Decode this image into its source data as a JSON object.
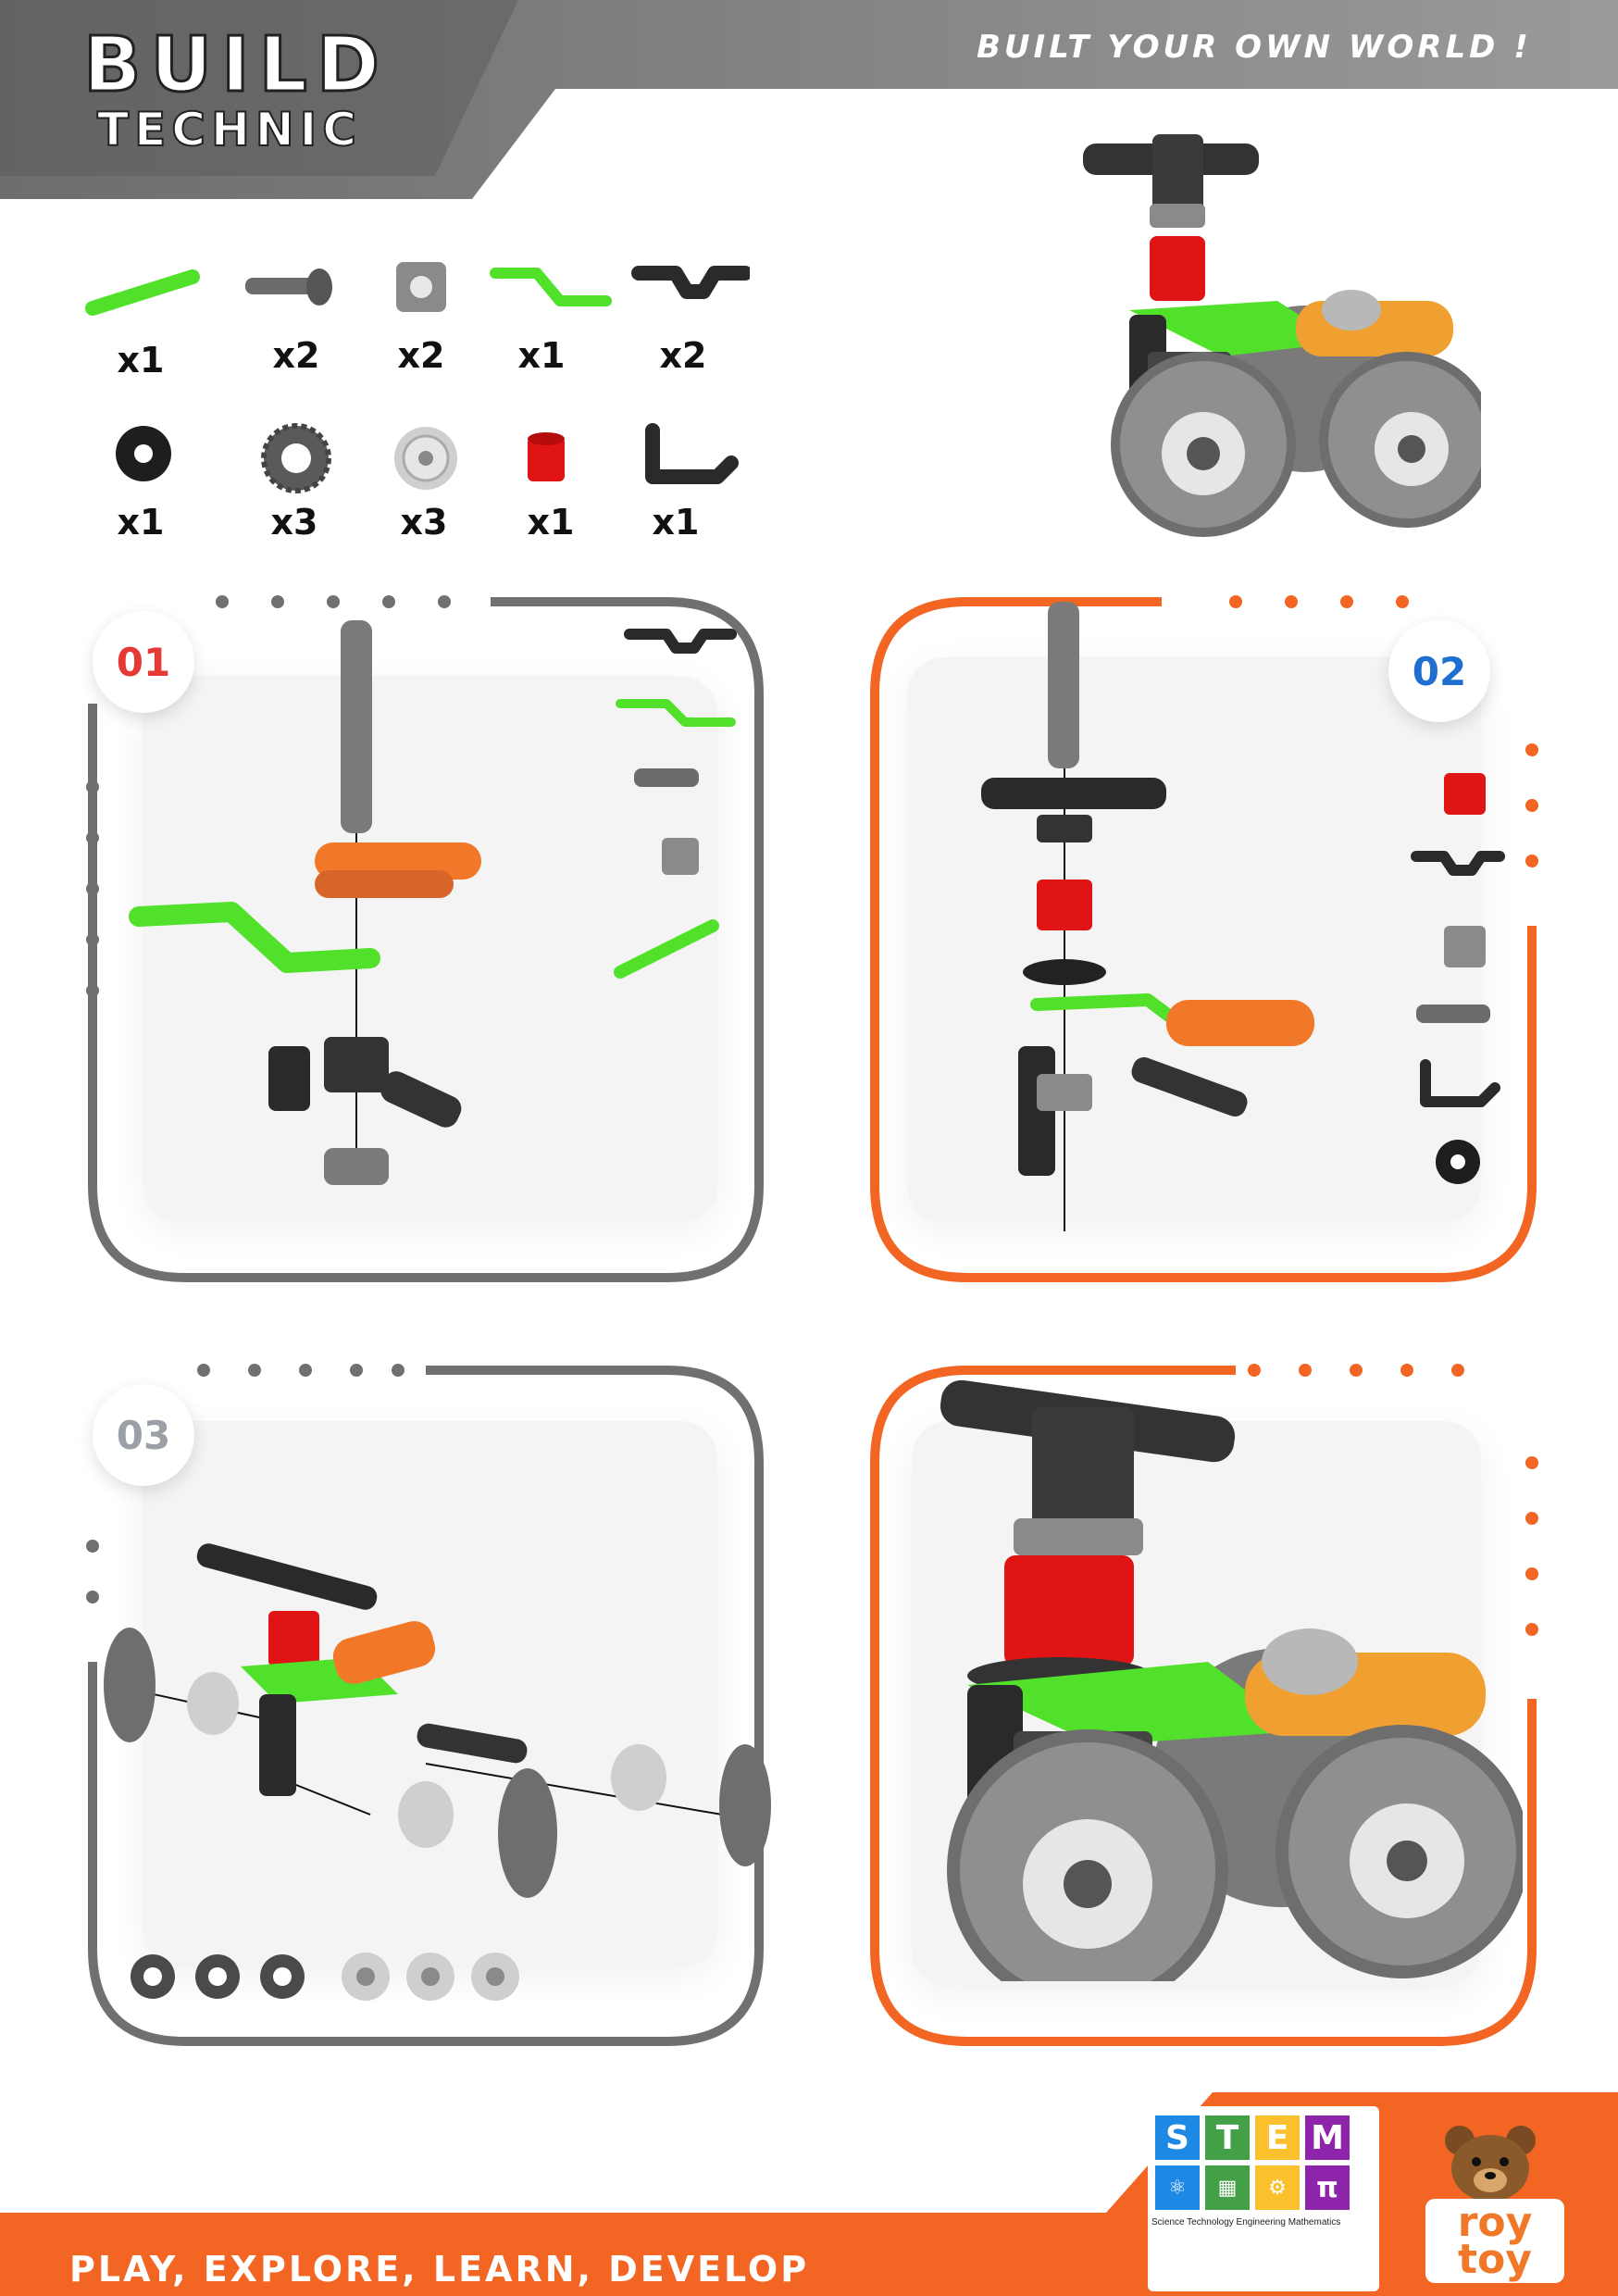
{
  "header": {
    "logo_main": "BUILD",
    "logo_sub": "TECHNIC",
    "slogan": "BUILT YOUR OWN WORLD !"
  },
  "parts": [
    {
      "name": "green-link",
      "qty": "x1"
    },
    {
      "name": "screw-pin",
      "qty": "x2"
    },
    {
      "name": "square-nut",
      "qty": "x2"
    },
    {
      "name": "green-bent-bracket",
      "qty": "x1"
    },
    {
      "name": "black-connector",
      "qty": "x2"
    },
    {
      "name": "washer",
      "qty": "x1"
    },
    {
      "name": "tire",
      "qty": "x3"
    },
    {
      "name": "rim",
      "qty": "x3"
    },
    {
      "name": "red-spacer",
      "qty": "x1"
    },
    {
      "name": "black-clip",
      "qty": "x1"
    }
  ],
  "steps": [
    {
      "label": "01",
      "color": "#e53935"
    },
    {
      "label": "02",
      "color": "#1e6fd0"
    },
    {
      "label": "03",
      "color": "#9aa0a6"
    }
  ],
  "colors": {
    "accent": "#f26522",
    "header_gray": "#7d7d7d",
    "panel_gray": "#707070",
    "part_green": "#52e12b",
    "part_orange": "#f0892c",
    "part_red": "#e01414"
  },
  "footer": {
    "slogan": "PLAY, EXPLORE, LEARN, DEVELOP",
    "stem_letters": [
      "S",
      "T",
      "E",
      "M"
    ],
    "stem_caption": "Science Technology Engineering Mathematics",
    "brand_line1": "roy",
    "brand_line2": "toy"
  }
}
